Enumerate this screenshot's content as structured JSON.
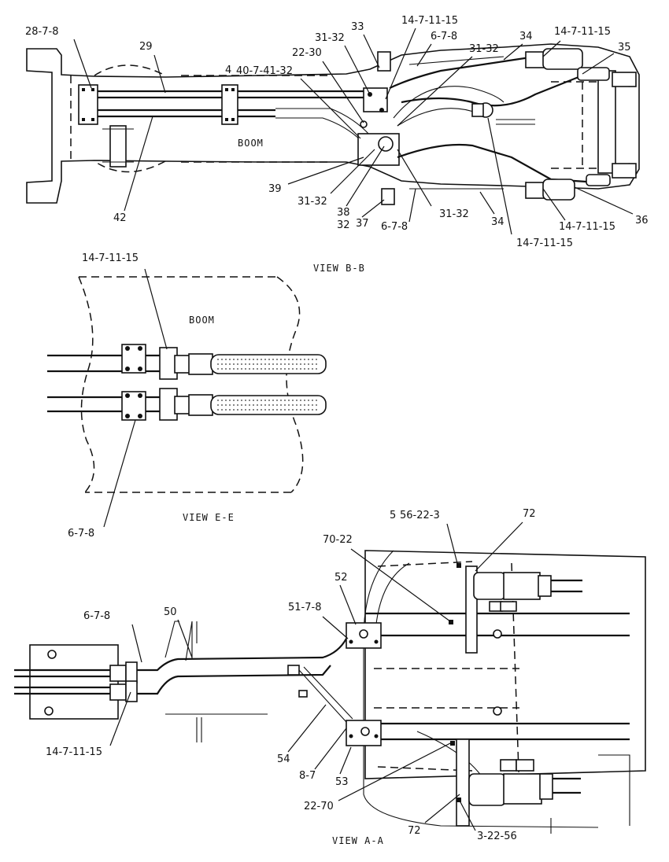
{
  "views": {
    "bb": {
      "title": "VIEW B-B",
      "boom_label": "BOOM",
      "callouts": [
        "28-7-8",
        "29",
        "4",
        "40-7-41-32",
        "22-30",
        "31-32",
        "33",
        "14-7-11-15",
        "6-7-8",
        "31-32",
        "34",
        "14-7-11-15",
        "35",
        "39",
        "31-32",
        "38",
        "32",
        "37",
        "6-7-8",
        "31-32",
        "34",
        "14-7-11-15",
        "36",
        "14-7-11-15",
        "42"
      ]
    },
    "ee": {
      "title": "VIEW E-E",
      "boom_label": "BOOM",
      "callouts": [
        "14-7-11-15",
        "6-7-8"
      ]
    },
    "aa": {
      "title": "VIEW A-A",
      "callouts": [
        "5",
        "56-22-3",
        "72",
        "70-22",
        "52",
        "51-7-8",
        "6-7-8",
        "50",
        "14-7-11-15",
        "54",
        "8-7",
        "53",
        "22-70",
        "72",
        "3-22-56"
      ]
    }
  }
}
